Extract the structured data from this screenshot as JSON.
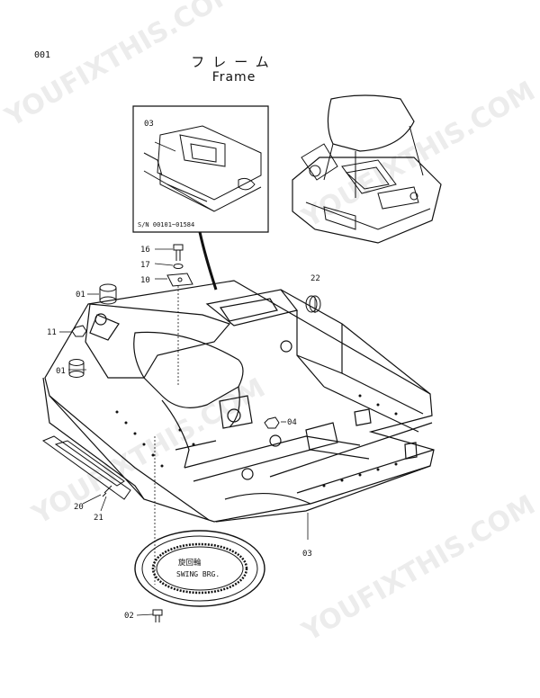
{
  "page_number": "001",
  "title_jp": "フレーム",
  "title_en": "Frame",
  "serial_note": "S/N 00101~01584",
  "ring_label_jp": "旋回輪",
  "ring_label_en": "SWING BRG.",
  "watermark_text": "YOUFIXTHIS.COM",
  "parts": {
    "p01a": "01",
    "p01b": "01",
    "p02": "02",
    "p03_inset": "03",
    "p03_main": "03",
    "p04": "04",
    "p10": "10",
    "p11": "11",
    "p16": "16",
    "p17": "17",
    "p20": "20",
    "p21": "21",
    "p22": "22"
  }
}
